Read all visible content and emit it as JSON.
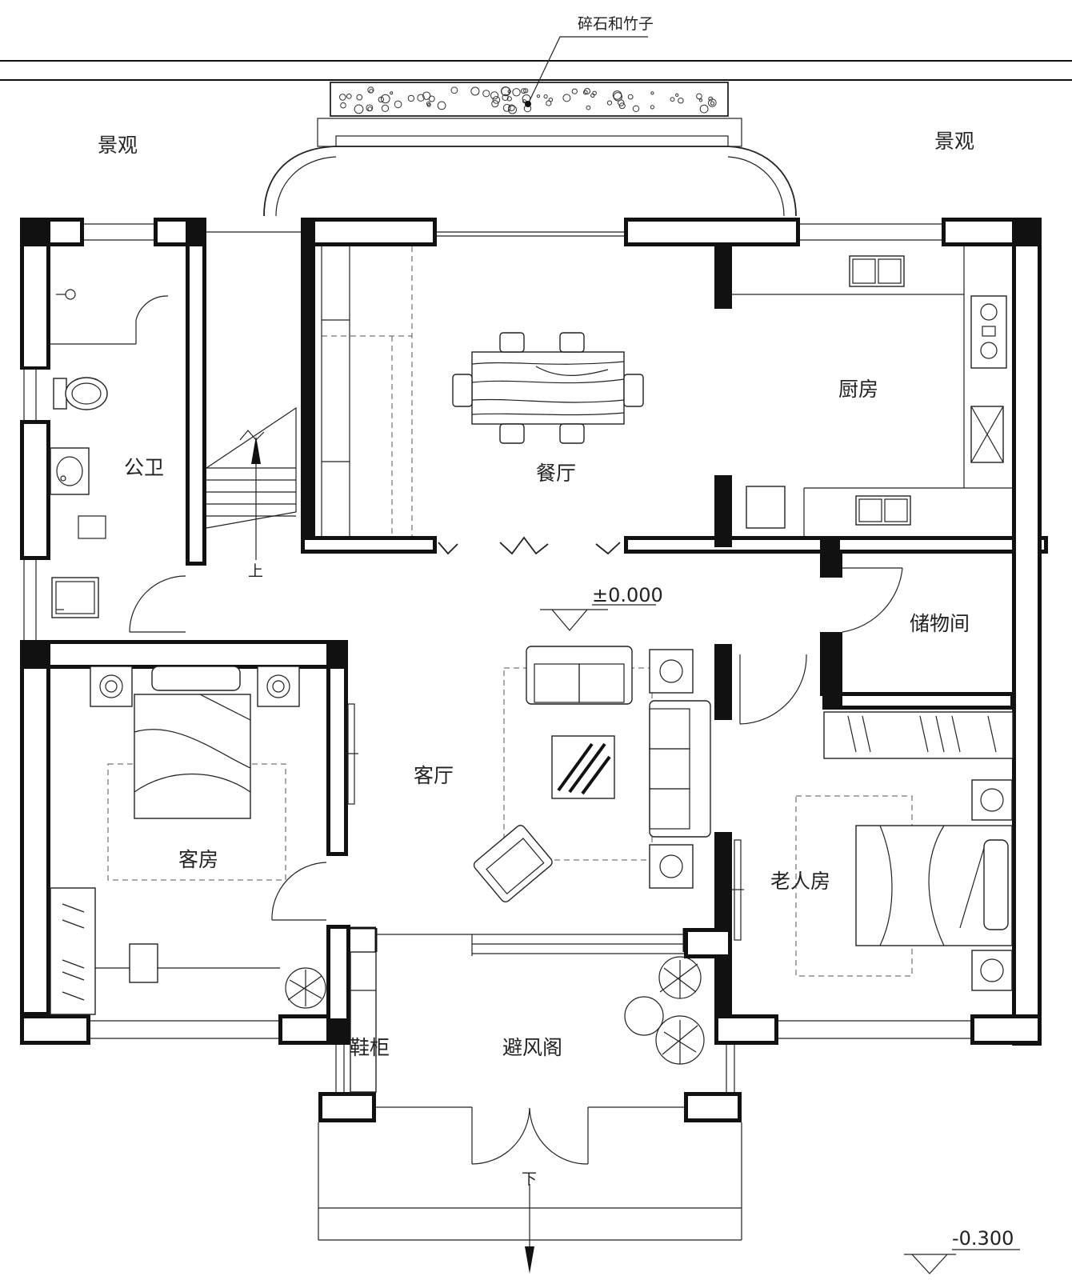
{
  "annotations": {
    "gravel_bamboo": "碎石和竹子",
    "landscape_left": "景观",
    "landscape_right": "景观",
    "level_main": "±0.000",
    "level_outside": "-0.300",
    "stair_up": "上",
    "stair_down": "下"
  },
  "rooms": {
    "public_bath": "公卫",
    "dining": "餐厅",
    "kitchen": "厨房",
    "storage": "储物间",
    "living": "客厅",
    "guest_room": "客房",
    "elder_room": "老人房",
    "vestibule": "避风阁",
    "shoe_cabinet": "鞋柜"
  }
}
